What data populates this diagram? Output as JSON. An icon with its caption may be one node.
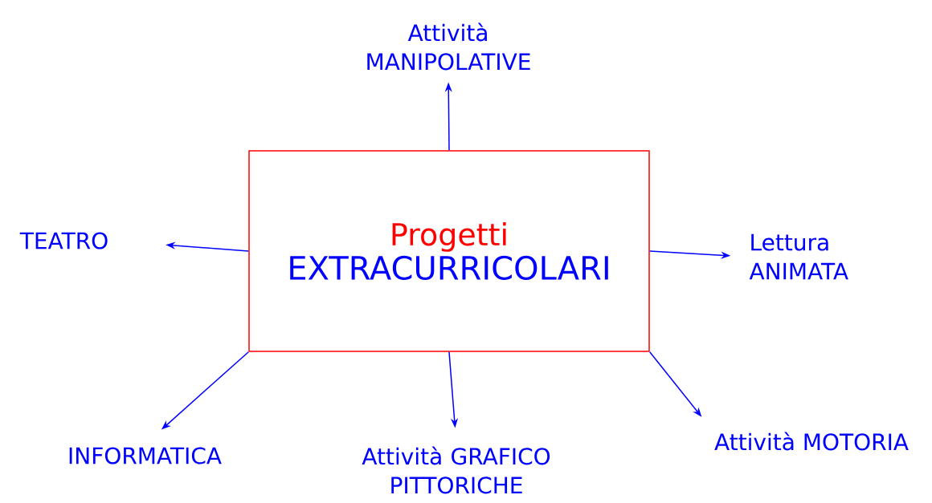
{
  "diagram": {
    "nodes": [
      {
        "text": [
          "Progetti",
          "EXTRACURRICOLARI"
        ]
      },
      {
        "text": [
          "Attività MANIPOLATIVE"
        ]
      },
      {
        "text": [
          "TEATRO"
        ]
      },
      {
        "text": [
          "Lettura ANIMATA"
        ]
      },
      {
        "text": [
          "INFORMATICA"
        ]
      },
      {
        "text": [
          "Attività GRAFICO PITTORICHE"
        ]
      },
      {
        "text": [
          "Attività MOTORIA"
        ]
      }
    ],
    "edges": [
      {
        "from": 0,
        "to": 1,
        "arrow": "to"
      },
      {
        "from": 0,
        "to": 2,
        "arrow": "to"
      },
      {
        "from": 0,
        "to": 3,
        "arrow": "to"
      },
      {
        "from": 0,
        "to": 4,
        "arrow": "to"
      },
      {
        "from": 0,
        "to": 5,
        "arrow": "to"
      },
      {
        "from": 0,
        "to": 6,
        "arrow": "to"
      }
    ]
  }
}
